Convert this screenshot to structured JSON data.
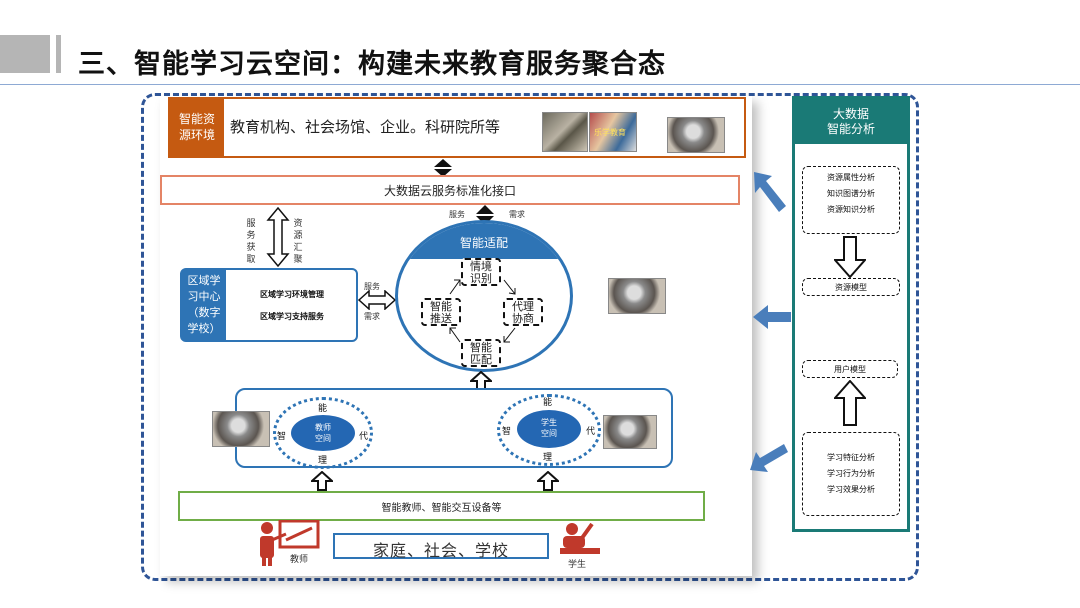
{
  "header": {
    "title": "三、智能学习云空间：构建未来教育服务聚合态"
  },
  "resource_env": {
    "label": "智能资源环境",
    "label_line1": "智能资",
    "label_line2": "源环境",
    "text": "教育机构、社会场馆、企业。科研院所等",
    "photo2_caption": "乐学教育"
  },
  "interface": {
    "text": "大数据云服务标准化接口"
  },
  "labels": {
    "service": "服务",
    "demand": "需求",
    "service_fetch": [
      "服",
      "务",
      "获",
      "取"
    ],
    "resource_gather": [
      "资",
      "源",
      "汇",
      "聚"
    ]
  },
  "region": {
    "label_lines": [
      "区域学",
      "习中心",
      "（数字",
      "学校）"
    ],
    "items": [
      "区域学习环境管理",
      "区域学习支持服务"
    ],
    "link_top": "服务",
    "link_bottom": "需求"
  },
  "adapt": {
    "title": "智能适配",
    "nodes": [
      {
        "line1": "情境",
        "line2": "识别"
      },
      {
        "line1": "智能",
        "line2": "推送"
      },
      {
        "line1": "代理",
        "line2": "协商"
      },
      {
        "line1": "智能",
        "line2": "匹配"
      }
    ]
  },
  "spaces": {
    "teacher": {
      "line1": "教师",
      "line2": "空间"
    },
    "student": {
      "line1": "学生",
      "line2": "空间"
    },
    "ring": {
      "top": "能",
      "left": "智",
      "right": "代",
      "bottom": "理"
    }
  },
  "devices": {
    "text": "智能教师、智能交互设备等"
  },
  "home": {
    "text": "家庭、社会、学校"
  },
  "roles": {
    "teacher": "教师",
    "student": "学生"
  },
  "bigdata": {
    "title_line1": "大数据",
    "title_line2": "智能分析",
    "resource_analysis": [
      "资源属性分析",
      "知识图谱分析",
      "资源知识分析"
    ],
    "resource_model": "资源模型",
    "user_model": "用户模型",
    "learning_analysis": [
      "学习特征分析",
      "学习行为分析",
      "学习效果分析"
    ]
  },
  "colors": {
    "orange": "#c55a11",
    "blue": "#2e74b5",
    "teal": "#1a7a76",
    "green": "#70ad47",
    "dash_blue": "#2f5597",
    "arrow_blue": "#4a7ebb",
    "red_icon": "#c0392b"
  },
  "icons": {
    "teacher": "teacher-at-board-icon",
    "student": "student-raising-hand-icon",
    "arrows": "block-arrow-icon"
  }
}
